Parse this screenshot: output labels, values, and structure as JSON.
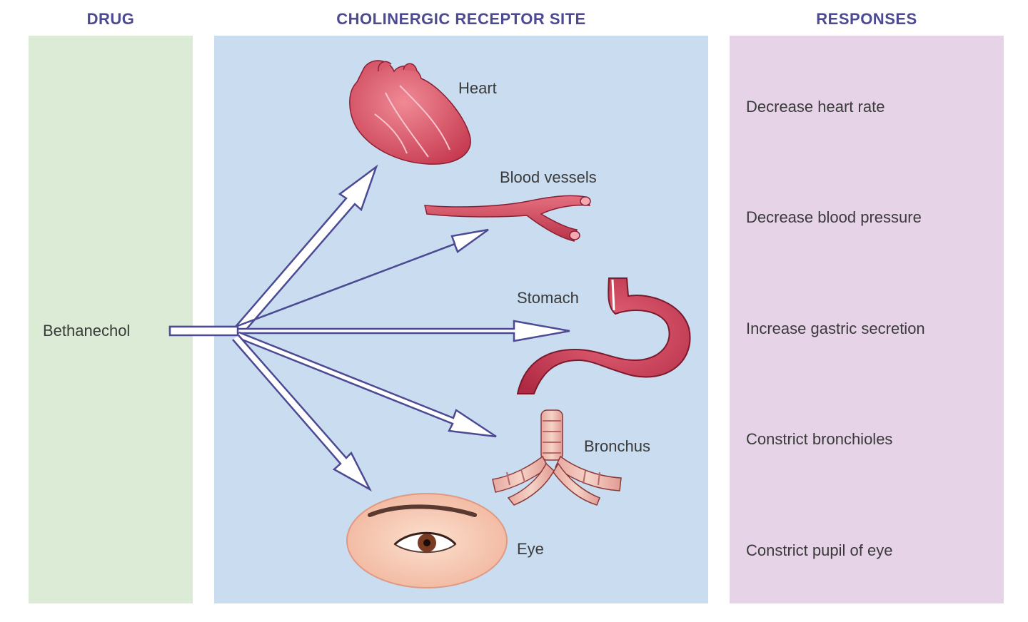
{
  "headers": {
    "drug": "DRUG",
    "site": "CHOLINERGIC RECEPTOR SITE",
    "responses": "RESPONSES"
  },
  "drug": "Bethanechol",
  "sites": {
    "heart": "Heart",
    "blood_vessels": "Blood vessels",
    "stomach": "Stomach",
    "bronchus": "Bronchus",
    "eye": "Eye"
  },
  "responses": {
    "heart": "Decrease heart rate",
    "blood_vessels": "Decrease blood pressure",
    "stomach": "Increase gastric secretion",
    "bronchus": "Constrict bronchioles",
    "eye": "Constrict pupil of eye"
  },
  "colors": {
    "drug_column": "#dcebd6",
    "site_column": "#c9dcf0",
    "response_column": "#e6d3e7",
    "header_text": "#4b4a92",
    "organ_red": "#c8405a"
  }
}
